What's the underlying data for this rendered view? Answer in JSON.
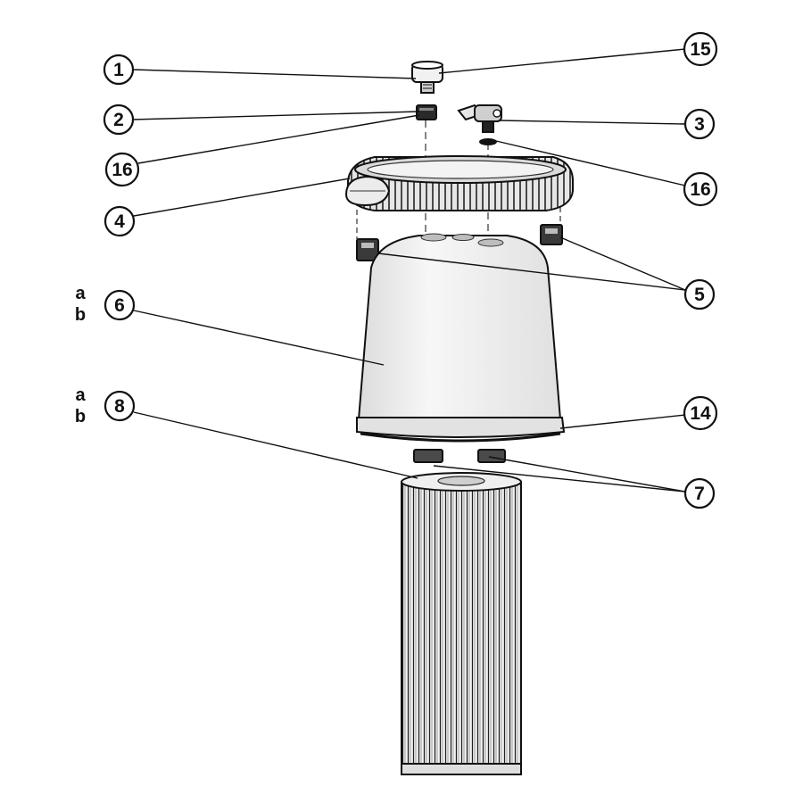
{
  "diagram": {
    "callouts": [
      {
        "id": "c1",
        "label": "1"
      },
      {
        "id": "c2",
        "label": "2"
      },
      {
        "id": "c16a",
        "label": "16"
      },
      {
        "id": "c4",
        "label": "4"
      },
      {
        "id": "c6",
        "label": "6"
      },
      {
        "id": "c8",
        "label": "8"
      },
      {
        "id": "c15",
        "label": "15"
      },
      {
        "id": "c3",
        "label": "3"
      },
      {
        "id": "c16b",
        "label": "16"
      },
      {
        "id": "c5",
        "label": "5"
      },
      {
        "id": "c14",
        "label": "14"
      },
      {
        "id": "c7",
        "label": "7"
      }
    ],
    "variants": {
      "part6": [
        "a",
        "b"
      ],
      "part8": [
        "a",
        "b"
      ]
    }
  }
}
